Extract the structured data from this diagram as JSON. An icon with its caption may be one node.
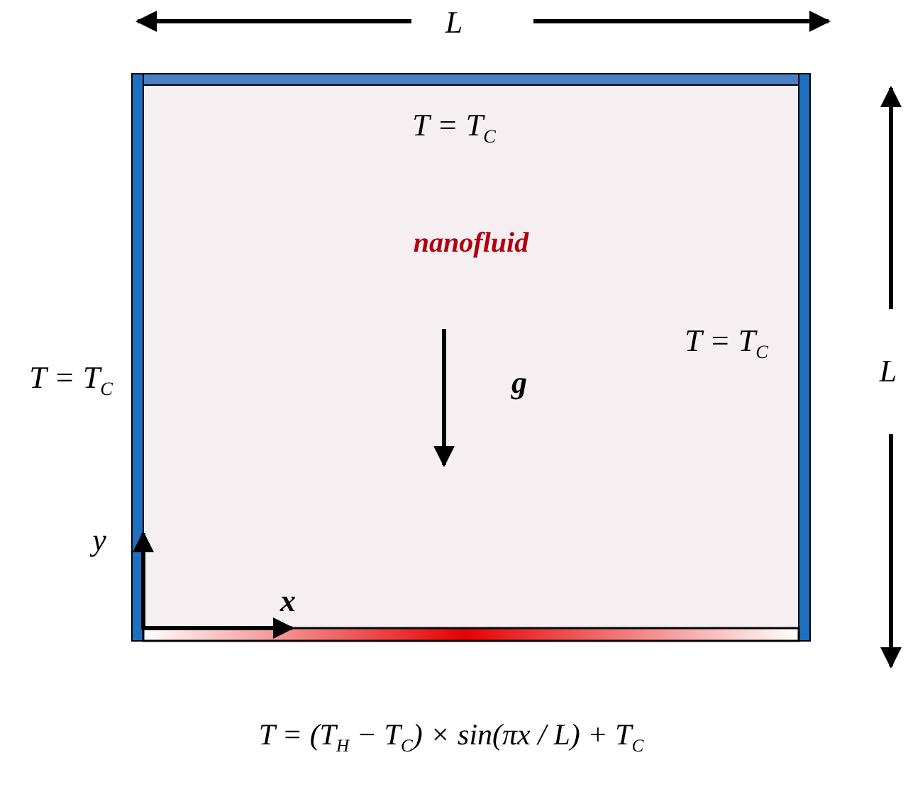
{
  "diagram": {
    "nodes": [
      {
        "text": [
          "nanofluid"
        ]
      }
    ],
    "labels": [
      "L",
      "T = T$_{C}$",
      "T = T$_{C}$",
      "T = T$_{C}$",
      "g",
      "L",
      "y",
      "x",
      "T = (T$_{H}$ − T$_{C}$) × sin(πx / L) + T$_{C}$"
    ]
  }
}
